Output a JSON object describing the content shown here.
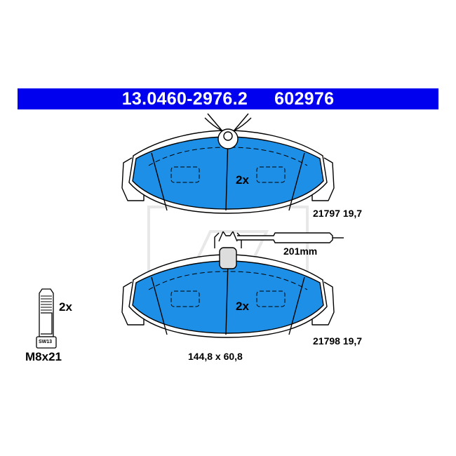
{
  "header": {
    "part_number": "13.0460-2976.2",
    "ref_number": "602976",
    "bar_color": "#0000ee"
  },
  "pad_fill_color": "#1e8fe6",
  "upper_pad": {
    "quantity": "2x",
    "code_thickness": "21797 19,7"
  },
  "lower_pad": {
    "quantity": "2x",
    "code_thickness": "21798 19,7",
    "wire_length": "201mm"
  },
  "bolt": {
    "quantity": "2x",
    "size": "M8x21",
    "wrench_mark": "SW13"
  },
  "dimensions": "144,8 x 60,8"
}
